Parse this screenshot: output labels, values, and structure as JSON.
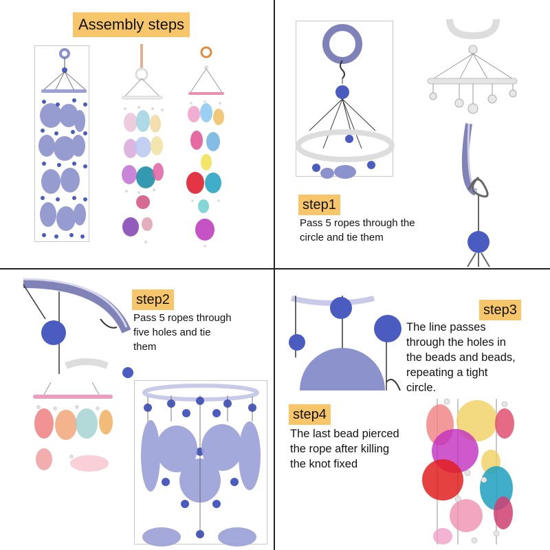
{
  "header": {
    "title": "Assembly steps"
  },
  "steps": [
    {
      "label": "step1",
      "lines": [
        "Pass 5 ropes through the",
        "circle and tie them"
      ]
    },
    {
      "label": "step2",
      "lines": [
        "Pass 5 ropes  through",
        "five holes and tie",
        "them"
      ]
    },
    {
      "label": "step3",
      "lines": [
        "The line passes",
        "through the holes in",
        "the beads and beads,",
        "repeating a tight",
        "circle."
      ]
    },
    {
      "label": "step4",
      "lines": [
        "The last bead pierced",
        "the rope after killing",
        "the knot fixed"
      ]
    }
  ],
  "colors": {
    "tag_background": "#f7c56a",
    "bead_blue": "#4a5cc0",
    "shell_lavender": "#9aa0d6",
    "divider": "#222222"
  }
}
